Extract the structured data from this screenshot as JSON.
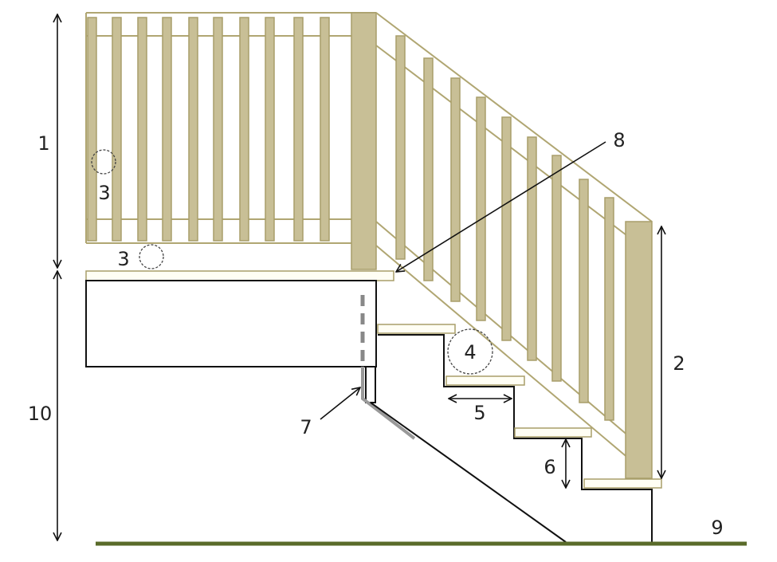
{
  "diagram": {
    "labels": {
      "railing_height": "1",
      "stair_rail_height": "2",
      "baluster_spacing_a": "3",
      "baluster_spacing_b": "3",
      "riser_opening": "4",
      "tread_run": "5",
      "riser_height": "6",
      "stringer_attachment": "7",
      "rail_gap": "8",
      "ground": "9",
      "deck_height": "10"
    },
    "colors": {
      "wood": "#c8bf96",
      "wood_edge": "#a89e6a",
      "ground": "#5a6b2a"
    }
  }
}
